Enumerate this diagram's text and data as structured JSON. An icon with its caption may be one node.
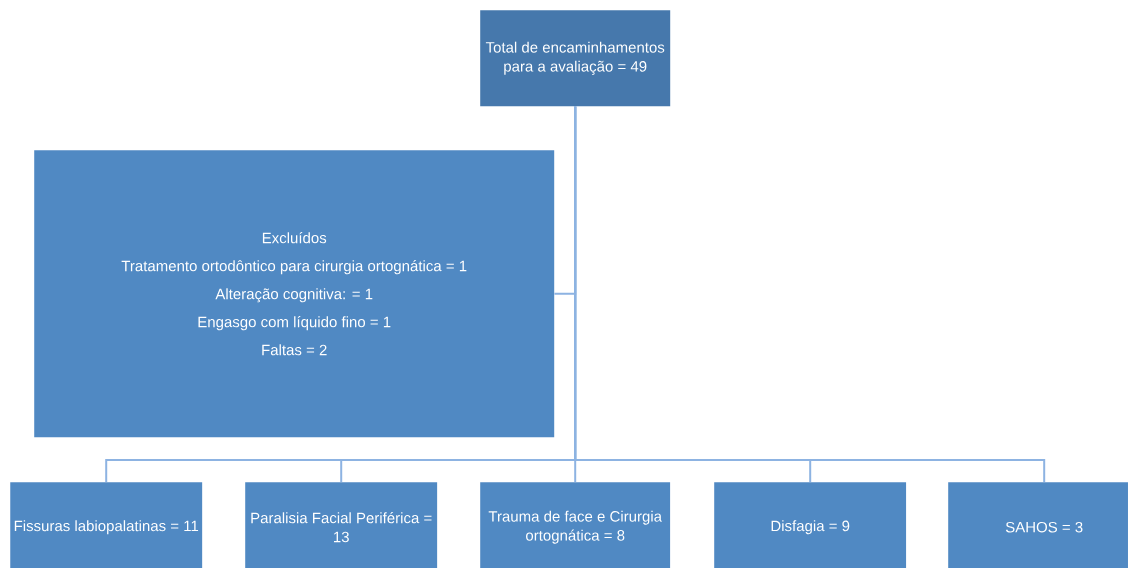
{
  "diagram": {
    "nodes": [
      {
        "text": [
          "Total de encaminhamentos para a avaliação = 49"
        ]
      },
      {
        "text": [
          "Excluídos",
          "Tratamento ortodôntico para cirurgia ortognática = 1",
          "Alteração cognitiva: = 1",
          "Engasgo com líquido fino = 1",
          "Faltas = 2"
        ]
      },
      {
        "text": [
          "Fissuras labiopalatinas = 11"
        ]
      },
      {
        "text": [
          "Paralisia Facial Periférica = 13"
        ]
      },
      {
        "text": [
          "Trauma de face e Cirurgia ortognática = 8"
        ]
      },
      {
        "text": [
          "Disfagia = 9"
        ]
      },
      {
        "text": [
          "SAHOS = 3"
        ]
      }
    ],
    "edges": [
      {
        "from": 0,
        "to": 1,
        "arrow": "none"
      },
      {
        "from": 0,
        "to": 2,
        "arrow": "none"
      },
      {
        "from": 0,
        "to": 3,
        "arrow": "none"
      },
      {
        "from": 0,
        "to": 4,
        "arrow": "none"
      },
      {
        "from": 0,
        "to": 5,
        "arrow": "none"
      },
      {
        "from": 0,
        "to": 6,
        "arrow": "none"
      }
    ]
  }
}
